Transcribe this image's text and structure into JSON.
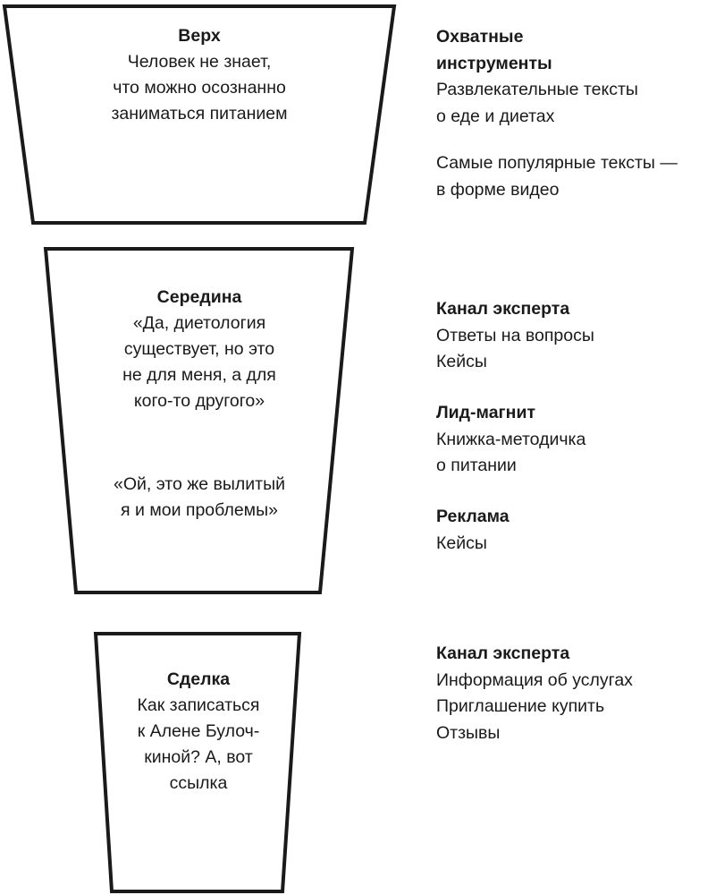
{
  "diagram": {
    "type": "sales-funnel",
    "orientation": "vertical",
    "stroke_color": "#1a1a1a",
    "background_color": "#ffffff",
    "stages": [
      {
        "id": "top",
        "title": "Верх",
        "body": "Человек не знает,\nчто можно осознанно\nзаниматься питанием",
        "body_lines": [
          "Человек не знает,",
          "что можно осознанно",
          "заниматься питанием"
        ]
      },
      {
        "id": "middle",
        "title": "Середина",
        "body_lines": [
          "«Да, диетология",
          "существует, но это",
          "не для меня, а для",
          "кого-то другого»"
        ],
        "body2_lines": [
          "«Ой, это же вылитый",
          "я и мои проблемы»"
        ]
      },
      {
        "id": "deal",
        "title": "Сделка",
        "body_lines": [
          "Как записаться",
          "к Алене Булоч-",
          "киной? А, вот",
          "ссылка"
        ]
      }
    ]
  },
  "notes": [
    {
      "id": "note-1",
      "title_lines": [
        "Охватные",
        "инструменты"
      ],
      "lines": [
        "Развлекательные тексты",
        "о еде и диетах"
      ]
    },
    {
      "id": "note-2",
      "title_lines": [],
      "lines": [
        "Самые популярные тексты —",
        "в форме видео"
      ]
    },
    {
      "id": "note-3",
      "title_lines": [
        "Канал эксперта"
      ],
      "lines": [
        "Ответы на вопросы",
        "Кейсы"
      ]
    },
    {
      "id": "note-4",
      "title_lines": [
        "Лид-магнит"
      ],
      "lines": [
        "Книжка-методичка",
        "о питании"
      ]
    },
    {
      "id": "note-5",
      "title_lines": [
        "Реклама"
      ],
      "lines": [
        "Кейсы"
      ]
    },
    {
      "id": "note-6",
      "title_lines": [
        "Канал эксперта"
      ],
      "lines": [
        "Информация об услугах",
        "Приглашение купить",
        "Отзывы"
      ]
    }
  ]
}
